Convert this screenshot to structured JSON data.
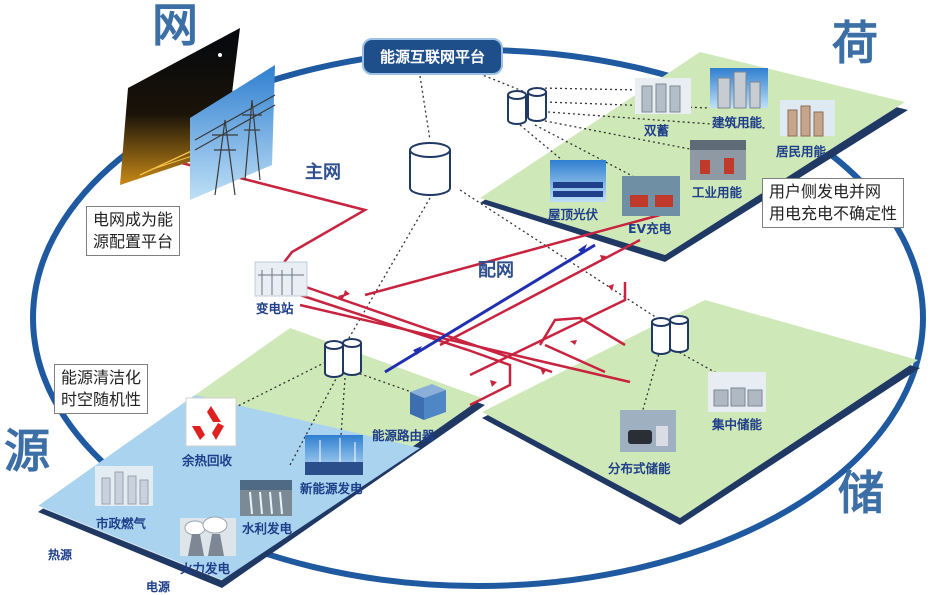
{
  "corners": {
    "grid": "网",
    "load": "荷",
    "source": "源",
    "storage": "储"
  },
  "platform": {
    "label": "能源互联网平台"
  },
  "lines": {
    "main_grid": "主网",
    "distribution": "配网"
  },
  "notes": {
    "grid_note": [
      "电网成为能",
      "源配置平台"
    ],
    "source_note": [
      "能源清洁化",
      "时空随机性"
    ],
    "load_note": [
      "用户侧发电并网",
      "用电充电不确定性"
    ]
  },
  "nodes": {
    "substation": "变电站",
    "router": "能源路由器",
    "waste_heat": "余热回收",
    "renewable": "新能源发电",
    "hydro": "水利发电",
    "municipal_gas": "市政燃气",
    "thermal": "火力发电",
    "heat_source": "热源",
    "power_source": "电源",
    "dual_storage": "双蓄",
    "building": "建筑用能",
    "residential": "居民用能",
    "industrial": "工业用能",
    "rooftop_pv": "屋顶光伏",
    "ev_charging": "EV充电",
    "central_storage": "集中储能",
    "distributed_storage": "分布式储能"
  },
  "colors": {
    "accent": "#3c6fa6",
    "ellipse": "#1f5aa0",
    "plate_green": "#cfe8b8",
    "plate_blue": "#a9d3ee",
    "plate_edge": "#1f3864",
    "line_red": "#c8233f",
    "line_blue": "#1f2fb0",
    "platform_bg": "#1f4f8a"
  }
}
